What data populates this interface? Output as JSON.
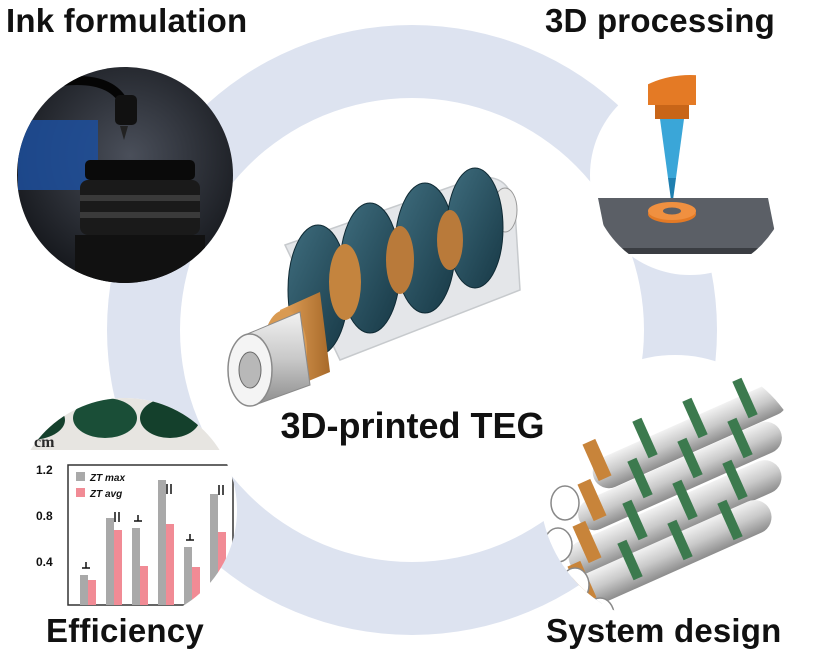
{
  "steps": {
    "top_left": "Ink formulation",
    "top_right": "3D processing",
    "bottom_left": "Efficiency",
    "bottom_right": "System design"
  },
  "center": {
    "title": "3D-printed TEG"
  },
  "efficiency_inset": {
    "scale_text": "cm",
    "legend": [
      "ZT max",
      "ZT avg"
    ],
    "yticks": [
      "1.2",
      "0.8",
      "0.4"
    ]
  },
  "colors": {
    "ring": "#dde3f0",
    "orange": "#c8843a",
    "nozzle_blue": "#3aa6d8",
    "zt_max": "#a9a9a9",
    "zt_avg": "#f18b95",
    "green_legs": "#3c7a4e"
  }
}
